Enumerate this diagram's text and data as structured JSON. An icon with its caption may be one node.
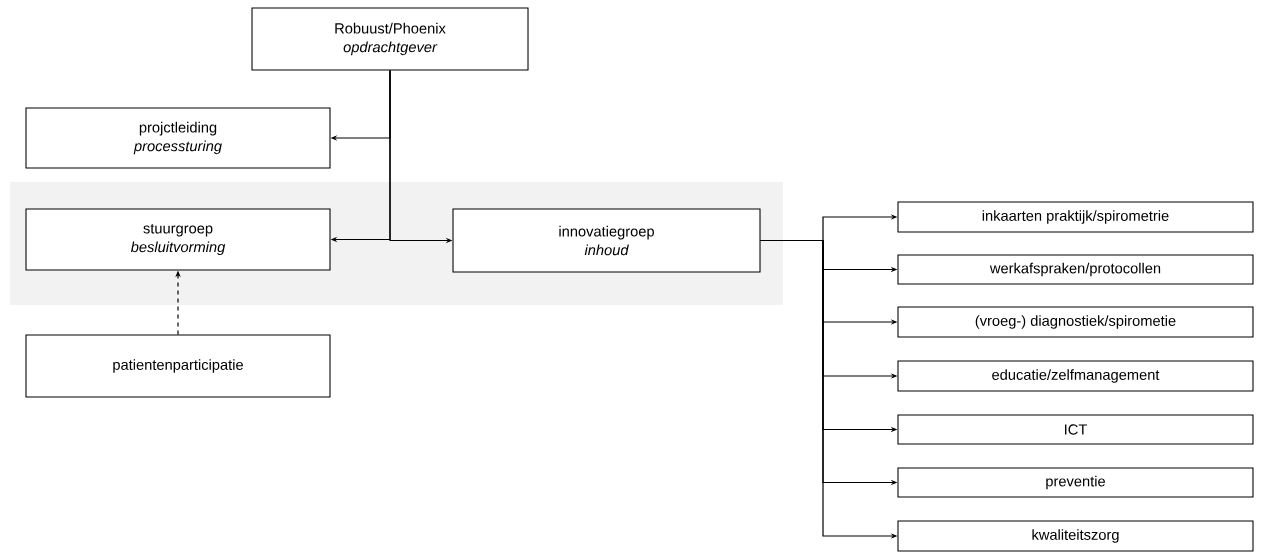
{
  "diagram": {
    "nodes": [
      {
        "text": [
          "Robuust/Phoenix",
          "opdrachtgever"
        ]
      },
      {
        "text": [
          "projctleiding",
          "processturing"
        ]
      },
      {
        "text": [
          "stuurgroep",
          "besluitvorming"
        ]
      },
      {
        "text": [
          "innovatiegroep",
          "inhoud"
        ]
      },
      {
        "text": [
          "patientenparticipatie"
        ]
      },
      {
        "text": [
          "inkaarten praktijk/spirometrie"
        ]
      },
      {
        "text": [
          "werkafspraken/protocollen"
        ]
      },
      {
        "text": [
          "(vroeg-) diagnostiek/spirometie"
        ]
      },
      {
        "text": [
          "educatie/zelfmanagement"
        ]
      },
      {
        "text": [
          "ICT"
        ]
      },
      {
        "text": [
          "preventie"
        ]
      },
      {
        "text": [
          "kwaliteitszorg"
        ]
      }
    ],
    "edges": [
      {
        "from": 0,
        "to": 1,
        "arrow": "to"
      },
      {
        "from": 0,
        "to": 2,
        "arrow": "to"
      },
      {
        "from": 0,
        "to": 3,
        "arrow": "to"
      },
      {
        "from": 4,
        "to": 2,
        "arrow": "to",
        "style": "dashed"
      },
      {
        "from": 3,
        "to": 5,
        "arrow": "to"
      },
      {
        "from": 3,
        "to": 6,
        "arrow": "to"
      },
      {
        "from": 3,
        "to": 7,
        "arrow": "to"
      },
      {
        "from": 3,
        "to": 8,
        "arrow": "to"
      },
      {
        "from": 3,
        "to": 9,
        "arrow": "to"
      },
      {
        "from": 3,
        "to": 10,
        "arrow": "to"
      },
      {
        "from": 3,
        "to": 11,
        "arrow": "to"
      }
    ]
  }
}
